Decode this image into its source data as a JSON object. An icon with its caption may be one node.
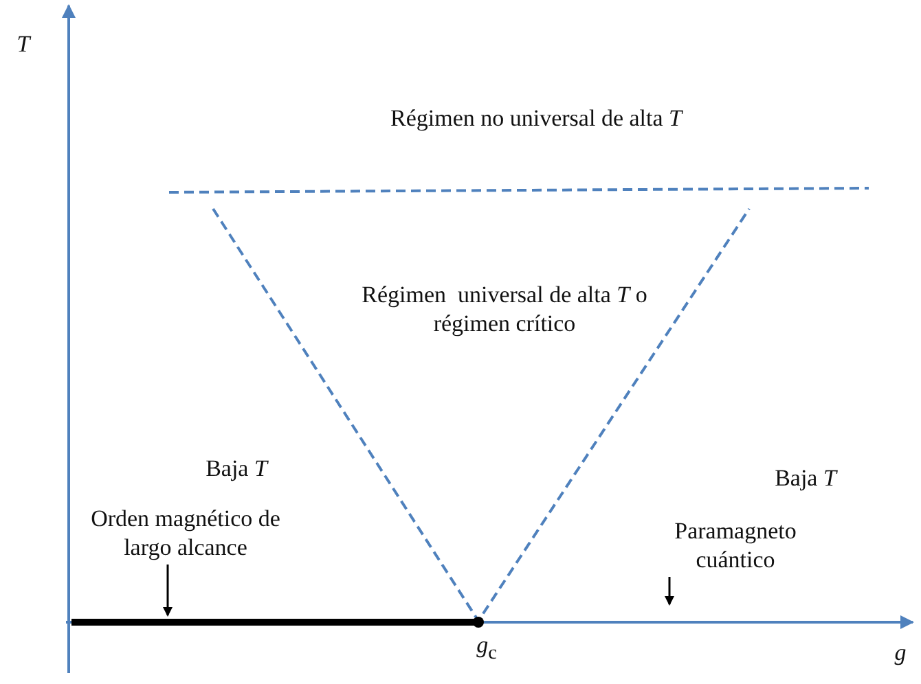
{
  "diagram": {
    "nodes": [
      {
        "text": [
          "Orden magnético de largo alcance"
        ]
      },
      {
        "text": [],
        "shape": "bar"
      },
      {
        "text": [
          "Paramagneto cuántico"
        ]
      }
    ],
    "edges": [
      {
        "from": 0,
        "to": 1,
        "arrow": "to"
      },
      {
        "from": 2,
        "to": null,
        "arrow": "to"
      }
    ],
    "labels": [
      "T",
      "Régimen no universal de alta *T*",
      "Régimen  universal de alta *T* o régimen crítico",
      "Baja *T*",
      "Baja *T*",
      "*g*$_{c}$",
      "g"
    ]
  }
}
